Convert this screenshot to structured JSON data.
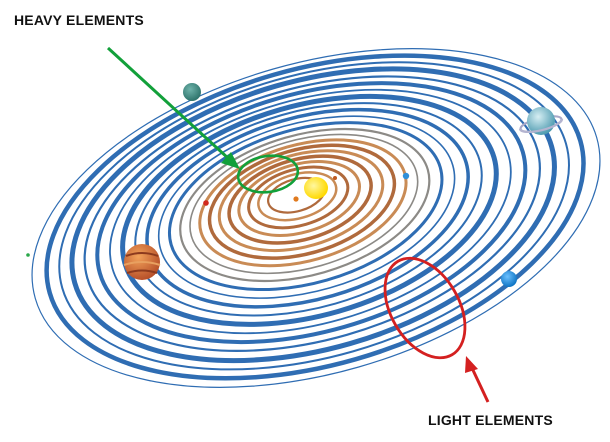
{
  "labels": {
    "heavy": "HEAVY ELEMENTS",
    "light": "LIGHT ELEMENTS"
  },
  "colors": {
    "sun": "#ffe600",
    "heavy_orbit": "#b06a3c",
    "heavy_orbit_alt": "#c98b55",
    "mid_orbit": "#8c8a86",
    "light_orbit": "#2f6db3",
    "heavy_callout": "#12a03a",
    "light_callout": "#d42020",
    "label_text": "#111111"
  },
  "bodies": [
    {
      "name": "sun",
      "color": "#ffe600"
    },
    {
      "name": "small-orange-planet",
      "color": "#e07a1e"
    },
    {
      "name": "small-red-planet",
      "color": "#d22a1e"
    },
    {
      "name": "small-blue-planet",
      "color": "#2f8fd8"
    },
    {
      "name": "teal-planet",
      "color": "#3a8c84"
    },
    {
      "name": "ringed-planet",
      "color": "#7ab8c8"
    },
    {
      "name": "striped-planet",
      "color": "#d9733a"
    },
    {
      "name": "blue-planet",
      "color": "#1e8ee0"
    },
    {
      "name": "tiny-green-planet",
      "color": "#2aa84a"
    }
  ]
}
